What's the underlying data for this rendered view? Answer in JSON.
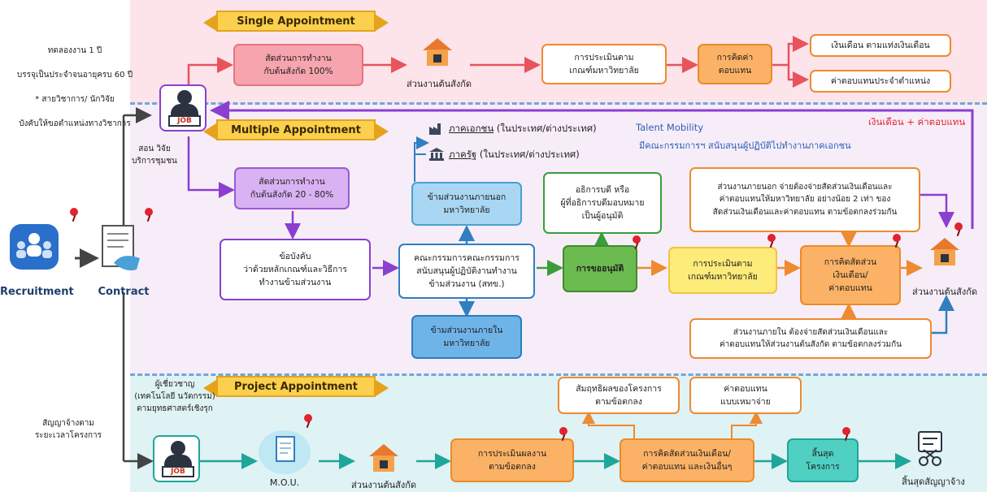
{
  "banners": {
    "single": "Single Appointment",
    "multiple": "Multiple Appointment",
    "project": "Project Appointment"
  },
  "left": {
    "trial_line1": "ทดลองงาน 1 ปี",
    "trial_line2": "บรรจุเป็นประจำจนอายุครบ 60 ปี",
    "trial_line3": "* สายวิชาการ/ นักวิจัย",
    "trial_line4": "บังคับให้ขอตำแหน่งทางวิชาการ",
    "tasks": "สอน วิจัย\nบริการชุมชน",
    "recruitment": "Recruitment",
    "contract": "Contract",
    "project_contract": "สัญญาจ้างตาม\nระยะเวลาโครงการ",
    "expert": "ผู้เชี่ยวชาญ\n(เทคโนโลยี นวัตกรรม)\nตามยุทธศาสตร์เชิงรุก",
    "job_tag": "JOB"
  },
  "single": {
    "ratio": "สัดส่วนการทำงาน\nกับต้นสังกัด 100%",
    "unit": "ส่วนงานต้นสังกัด",
    "evaluation": "การประเมินตาม\nเกณฑ์มหาวิทยาลัย",
    "compensation": "การคิดค่า\nตอบแทน",
    "salary": "เงินเดือน ตามแท่งเงินเดือน",
    "position_pay": "ค่าตอบแทนประจำตำแหน่ง"
  },
  "multiple": {
    "salary_plus": "เงินเดือน + ค่าตอบแทน",
    "private_sector": "ภาคเอกชน",
    "private_sector_rest": " (ในประเทศ/ต่างประเทศ)",
    "talent_mobility": "Talent Mobility",
    "committee_note": "มีคณะกรรมการฯ สนับสนุนผู้ปฏิบัติไปทำงานภาคเอกชน",
    "public_sector": "ภาครัฐ",
    "public_sector_rest": " (ในประเทศ/ต่างประเทศ)",
    "ratio": "สัดส่วนการทำงาน\nกับต้นสังกัด 20 - 80%",
    "regulation": "ข้อบังคับ\nว่าด้วยหลักเกณฑ์และวิธีการ\nทำงานข้ามส่วนงาน",
    "external_unit": "ข้ามส่วนงานภายนอก\nมหาวิทยาลัย",
    "committee": "คณะกรรมการคณะกรรมการ\nสนับสนุนผู้ปฏิบัติงานทำงาน\nข้ามส่วนงาน (สทข.)",
    "internal_unit": "ข้ามส่วนงานภายใน\nมหาวิทยาลัย",
    "approver": "อธิการบดี หรือ\nผู้ที่อธิการบดีมอบหมาย\nเป็นผู้อนุมัติ",
    "approval": "การขออนุมัติ",
    "evaluation": "การประเมินตาม\nเกณฑ์มหาวิทยาลัย",
    "share_calc": "การคิดสัดส่วน\nเงินเดือน/\nค่าตอบแทน",
    "external_note": "ส่วนงานภายนอก จ่ายต้องจ่ายสัดส่วนเงินเดือนและ\nค่าตอบแทนให้มหาวิทยาลัย อย่างน้อย 2 เท่า ของ\nสัดส่วนเงินเดือนและค่าตอบแทน ตามข้อตกลงร่วมกัน",
    "internal_note": "ส่วนงานภายใน ต้องจ่ายสัดส่วนเงินเดือนและ\nค่าตอบแทนให้ส่วนงานต้นสังกัด ตามข้อตกลงร่วมกัน",
    "unit": "ส่วนงานต้นสังกัด"
  },
  "project": {
    "mou": "M.O.U.",
    "unit": "ส่วนงานต้นสังกัด",
    "evaluation": "การประเมินผลงาน\nตามข้อตกลง",
    "achievement": "สัมฤทธิผลของโครงการ\nตามข้อตกลง",
    "lump_sum": "ค่าตอบแทน\nแบบเหมาจ่าย",
    "share_calc": "การคิดสัดส่วนเงินเดือน/\nค่าตอบแทน และเงินอื่นๆ",
    "project_end": "สิ้นสุด\nโครงการ",
    "contract_end": "สิ้นสุดสัญญาจ้าง"
  },
  "colors": {
    "single_band": "#fde3ea",
    "multi_band": "#f7edf8",
    "project_band": "#dff2f4",
    "arrow_red": "#e8535c",
    "arrow_purple": "#8b3fd0",
    "arrow_blue": "#2f7fc1",
    "arrow_teal": "#1ea699",
    "arrow_orange": "#ee8a30",
    "arrow_green": "#3a9d3a"
  }
}
